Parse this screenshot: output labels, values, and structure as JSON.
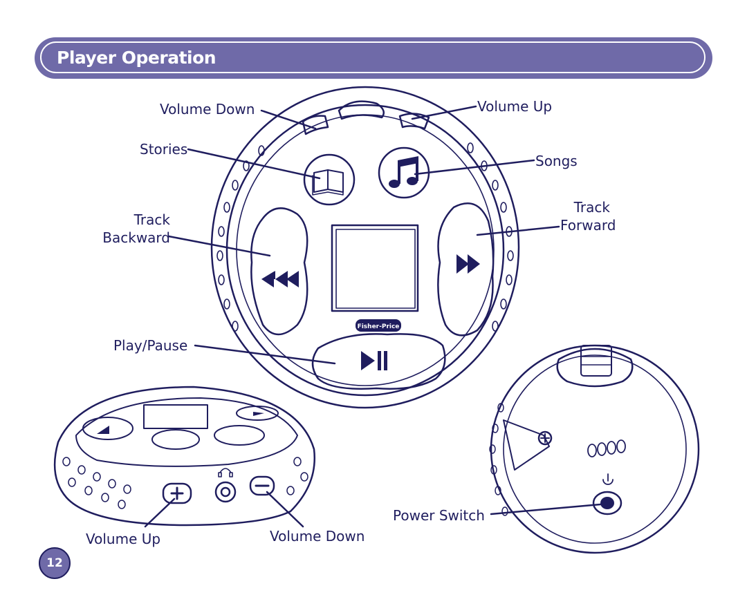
{
  "header": {
    "title": "Player Operation"
  },
  "labels": {
    "volume_down_top": "Volume Down",
    "volume_up_top": "Volume Up",
    "stories": "Stories",
    "songs": "Songs",
    "track_backward_1": "Track",
    "track_backward_2": "Backward",
    "track_forward_1": "Track",
    "track_forward_2": "Forward",
    "play_pause": "Play/Pause",
    "volume_up_bottom": "Volume Up",
    "volume_down_bottom": "Volume Down",
    "power_switch": "Power Switch"
  },
  "brand": {
    "logo_text": "Fisher-Price"
  },
  "footer": {
    "page_number": "12"
  },
  "colors": {
    "ink": "#1f1d5e",
    "header": "#6f6aa8",
    "paper": "#ffffff"
  }
}
